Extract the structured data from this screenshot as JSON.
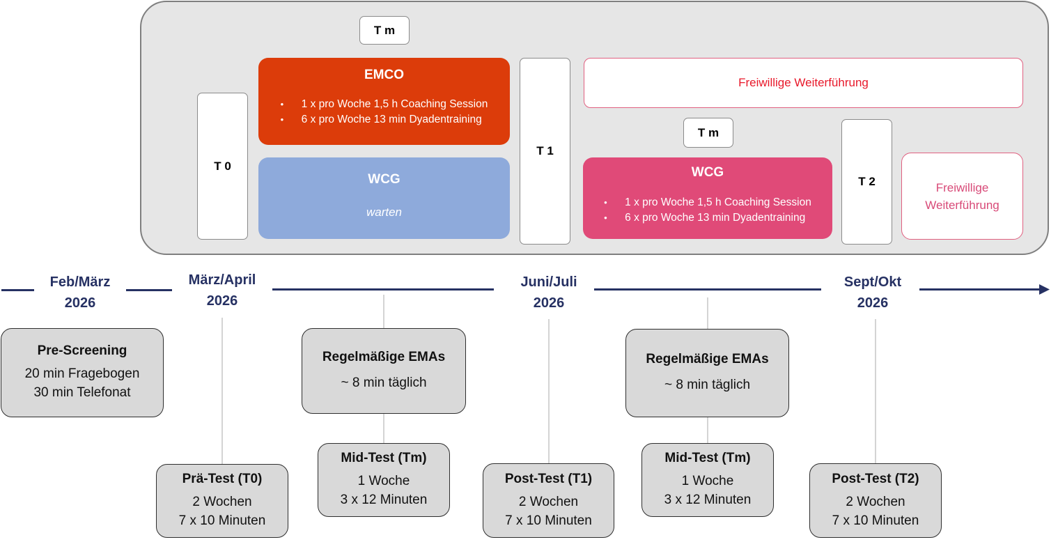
{
  "panel": {
    "tm1": "T m",
    "t0": "T 0",
    "t1": "T 1",
    "tm2": "T m",
    "t2": "T 2",
    "emco": {
      "title": "EMCO",
      "bullets": [
        "1 x pro Woche 1,5 h Coaching Session",
        "6 x pro Woche 13 min Dyadentraining"
      ],
      "color": "#dc3c0a"
    },
    "wcg_waiting": {
      "title": "WCG",
      "subtitle": "warten",
      "color": "#8eaadb"
    },
    "wcg_active": {
      "title": "WCG",
      "bullets": [
        "1 x pro Woche 1,5 h Coaching Session",
        "6 x pro Woche 13 min Dyadentraining"
      ],
      "color": "#e04a78"
    },
    "freiwillig_wide": "Freiwillige Weiterführung",
    "freiwillig_small": [
      "Freiwillige",
      "Weiterführung"
    ]
  },
  "timeline": {
    "dates": [
      {
        "period": "Feb/März",
        "year": "2026"
      },
      {
        "period": "März/April",
        "year": "2026"
      },
      {
        "period": "Juni/Juli",
        "year": "2026"
      },
      {
        "period": "Sept/Okt",
        "year": "2026"
      }
    ],
    "color": "#263163"
  },
  "steps": {
    "prescreening": {
      "title": "Pre-Screening",
      "lines": [
        "20 min Fragebogen",
        "30 min Telefonat"
      ]
    },
    "ema1": {
      "title": "Regelmäßige EMAs",
      "lines": [
        "~ 8 min täglich"
      ]
    },
    "ema2": {
      "title": "Regelmäßige EMAs",
      "lines": [
        "~ 8 min täglich"
      ]
    },
    "t0": {
      "title": "Prä-Test (T0)",
      "lines": [
        "2 Wochen",
        "7 x 10 Minuten"
      ]
    },
    "tm1": {
      "title": "Mid-Test (Tm)",
      "lines": [
        "1 Woche",
        "3 x 12 Minuten"
      ]
    },
    "t1": {
      "title": "Post-Test (T1)",
      "lines": [
        "2 Wochen",
        "7 x 10 Minuten"
      ]
    },
    "tm2": {
      "title": "Mid-Test (Tm)",
      "lines": [
        "1 Woche",
        "3 x 12 Minuten"
      ]
    },
    "t2": {
      "title": "Post-Test (T2)",
      "lines": [
        "2 Wochen",
        "7 x 10 Minuten"
      ]
    }
  }
}
